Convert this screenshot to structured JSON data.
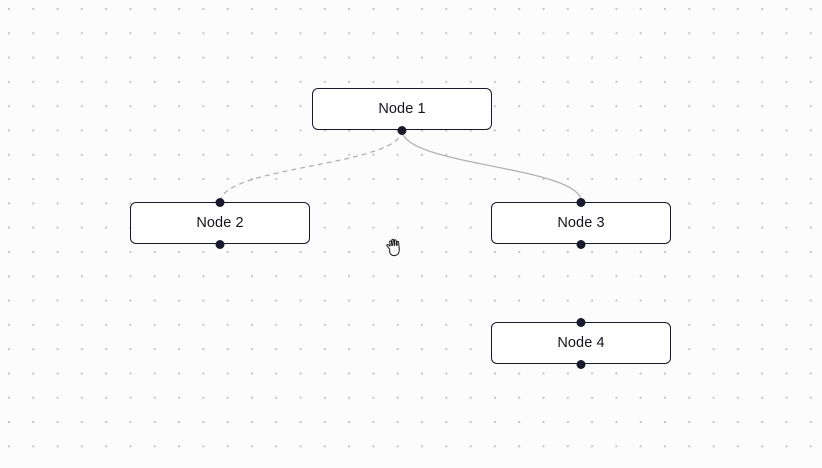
{
  "colors": {
    "canvas_background": "#fcfcfc",
    "grid_dot": "#c2c2c6",
    "node_border": "#1a192b",
    "node_background": "#ffffff",
    "node_text": "#15141f",
    "edge": "#b1b1b7",
    "handle": "#1a192b"
  },
  "nodes": [
    {
      "label": "Node 1",
      "handles": [
        "source-bottom"
      ]
    },
    {
      "label": "Node 2",
      "handles": [
        "target-top",
        "source-bottom"
      ]
    },
    {
      "label": "Node 3",
      "handles": [
        "target-top",
        "source-bottom"
      ]
    },
    {
      "label": "Node 4",
      "handles": [
        "target-top",
        "source-bottom"
      ]
    }
  ],
  "edges": [
    {
      "source": "Node 1",
      "target": "Node 2",
      "line_style": "dashed"
    },
    {
      "source": "Node 1",
      "target": "Node 3",
      "line_style": "solid"
    }
  ],
  "cursor": {
    "icon": "grab-hand-icon"
  }
}
